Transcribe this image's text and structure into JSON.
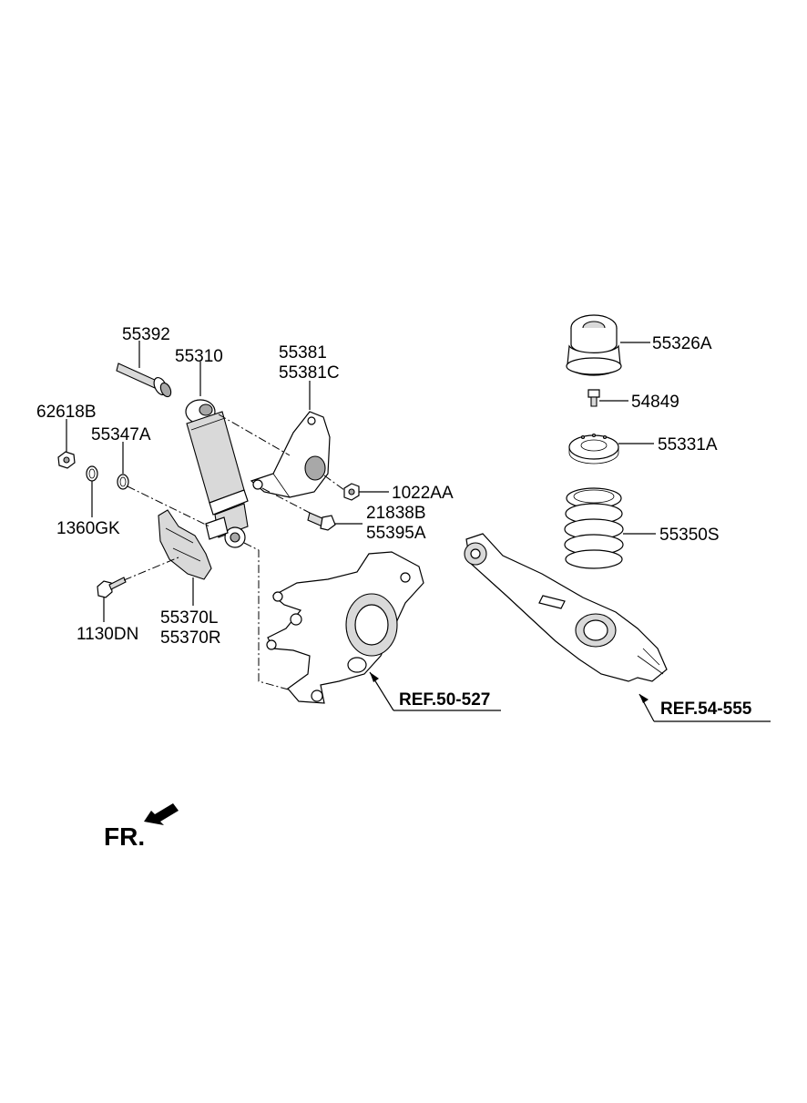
{
  "labels": {
    "p55392": "55392",
    "p55310": "55310",
    "p55381": "55381",
    "p55381c": "55381C",
    "p62618b": "62618B",
    "p55347a": "55347A",
    "p1022aa": "1022AA",
    "p21838b": "21838B",
    "p55395a": "55395A",
    "p1360gk": "1360GK",
    "p1130dn": "1130DN",
    "p55370l": "55370L",
    "p55370r": "55370R",
    "p55326a": "55326A",
    "p54849": "54849",
    "p55331a": "55331A",
    "p55350s": "55350S"
  },
  "references": {
    "knuckle": "REF.50-527",
    "lower_arm": "REF.54-555"
  },
  "direction": {
    "label": "FR."
  }
}
